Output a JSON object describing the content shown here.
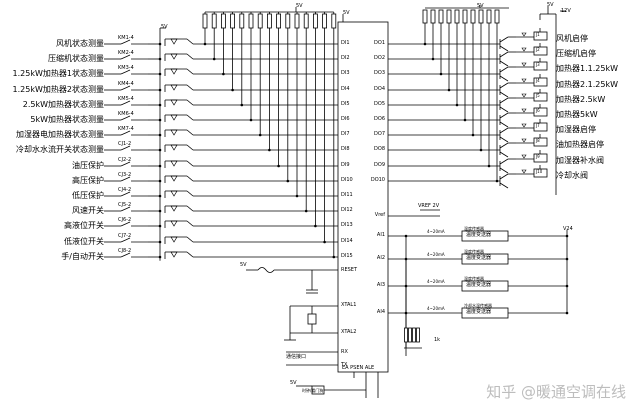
{
  "inputs": [
    {
      "label": "风机状态测量",
      "contact": "KM1-4"
    },
    {
      "label": "压缩机状态测量",
      "contact": "KM2-4"
    },
    {
      "label": "1.25kW加热器1状态测量",
      "contact": "KM3-4"
    },
    {
      "label": "1.25kW加热器2状态测量",
      "contact": "KM4-4"
    },
    {
      "label": "2.5kW加热器状态测量",
      "contact": "KM5-4"
    },
    {
      "label": "5kW加热器状态测量",
      "contact": "KM6-4"
    },
    {
      "label": "加湿器电加热器状态测量",
      "contact": "KM7-4"
    },
    {
      "label": "冷却水水流开关状态测量",
      "contact": "CJ1-2"
    },
    {
      "label": "油压保护",
      "contact": "CJ2-2"
    },
    {
      "label": "高压保护",
      "contact": "CJ3-2"
    },
    {
      "label": "低压保护",
      "contact": "CJ4-2"
    },
    {
      "label": "风速开关",
      "contact": "CJ5-2"
    },
    {
      "label": "高液位开关",
      "contact": "CJ6-2"
    },
    {
      "label": "低液位开关",
      "contact": "CJ7-2"
    },
    {
      "label": "手/自动开关",
      "contact": "CJ8-2"
    }
  ],
  "outputs": [
    {
      "label": "风机启停",
      "relay": "J1"
    },
    {
      "label": "压缩机启停",
      "relay": "J2"
    },
    {
      "label": "加热器1.1.25kW",
      "relay": "J3"
    },
    {
      "label": "加热器2.1.25kW",
      "relay": "J4"
    },
    {
      "label": "加热器2.5kW",
      "relay": "J5"
    },
    {
      "label": "加热器5kW",
      "relay": "J6"
    },
    {
      "label": "加湿器启停",
      "relay": "J7"
    },
    {
      "label": "油加热器启停",
      "relay": "J8"
    },
    {
      "label": "加湿器补水阀",
      "relay": "J9"
    },
    {
      "label": "冷却水阀",
      "relay": "J10"
    }
  ],
  "chip": {
    "left_pins": [
      "DI1",
      "DI2",
      "DI3",
      "DI4",
      "DI5",
      "DI6",
      "DI7",
      "DI8",
      "DI9",
      "DI10",
      "DI11",
      "DI12",
      "DI13",
      "DI14",
      "DI15"
    ],
    "right_pins": [
      "DO1",
      "DO2",
      "DO3",
      "DO4",
      "DO5",
      "DO6",
      "DO7",
      "DO8",
      "DO9",
      "DO10"
    ],
    "reset_pin": "RESET",
    "xtal1_pin": "XTAL1",
    "xtal2_pin": "XTAL2",
    "rx_pin": "RX",
    "tx_pin": "TX",
    "bottom_pins": "EA  PSEN  ALE",
    "vref_pin": "Vref",
    "ai_pins": [
      "AI1",
      "AI2",
      "AI3",
      "AI4"
    ],
    "vref_value": "VREF  2V"
  },
  "analog": [
    {
      "current": "4~20mA",
      "sensor": "温度传感器",
      "transmitter": "温度变送器"
    },
    {
      "current": "4~20mA",
      "sensor": "温度传感器",
      "transmitter": "温度变送器"
    },
    {
      "current": "4~20mA",
      "sensor": "温度传感器",
      "transmitter": "温度变送器"
    },
    {
      "current": "4~20mA",
      "sensor": "冷却水温传感器",
      "transmitter": "温度变送器"
    }
  ],
  "supply": {
    "v5_top_left": "5V",
    "v5_top_mid": "5V",
    "v5_chip": "5V",
    "v5_outputs": "5V",
    "v5_right": "5V",
    "v5_reset": "5V",
    "v5_bottom": "5V",
    "v12_label": "12V",
    "v24_label": "V24",
    "res_label": "1k"
  },
  "misc": {
    "comm_label": "通信接口",
    "watchdog_label": "时钟/看门狗"
  },
  "watermark": "知乎 @暖通空调在线"
}
